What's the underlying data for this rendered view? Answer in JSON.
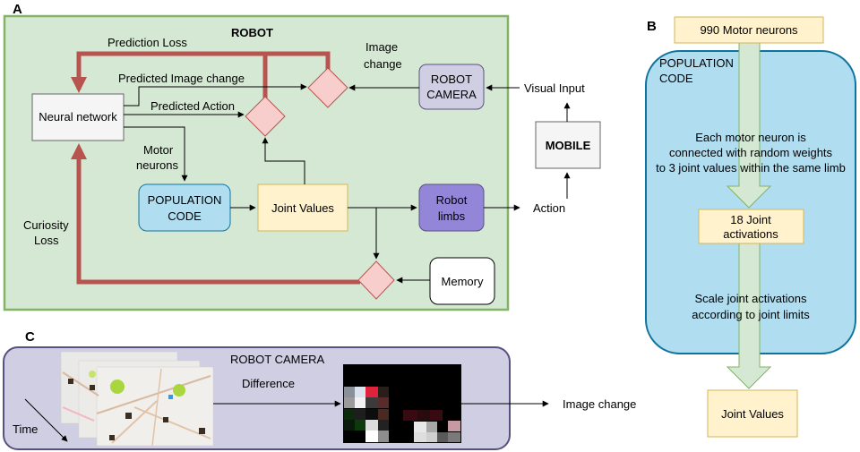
{
  "panels": {
    "a": "A",
    "b": "B",
    "c": "C"
  },
  "panel_a": {
    "title": "ROBOT",
    "prediction_loss": "Prediction Loss",
    "image_change_1": "Image",
    "image_change_2": "change",
    "predicted_image_change": "Predicted Image change",
    "predicted_action": "Predicted Action",
    "neural_network": "Neural network",
    "motor_neurons_1": "Motor",
    "motor_neurons_2": "neurons",
    "population_code_1": "POPULATION",
    "population_code_2": "CODE",
    "joint_values": "Joint Values",
    "robot_limbs_1": "Robot",
    "robot_limbs_2": "limbs",
    "robot_camera_1": "ROBOT",
    "robot_camera_2": "CAMERA",
    "curiosity_loss_1": "Curiosity",
    "curiosity_loss_2": "Loss",
    "memory": "Memory"
  },
  "outside_a": {
    "visual_input": "Visual Input",
    "mobile": "MOBILE",
    "action": "Action"
  },
  "panel_b": {
    "motor_neurons": "990 Motor neurons",
    "population_code_1": "POPULATION",
    "population_code_2": "CODE",
    "desc_1": "Each motor neuron is",
    "desc_2": "connected with random weights",
    "desc_3": "to 3 joint values within the same limb",
    "joint_activations_1": "18 Joint",
    "joint_activations_2": "activations",
    "scale_1": "Scale joint activations",
    "scale_2": "according to joint limits",
    "joint_values": "Joint Values"
  },
  "panel_c": {
    "robot_camera": "ROBOT CAMERA",
    "difference": "Difference",
    "time": "Time",
    "image_change": "Image change"
  },
  "colors": {
    "green_bg": "#d5e8d4",
    "green_border": "#82b366",
    "loss_red": "#b85450",
    "diamond_fill": "#f8cecc",
    "blue_fill": "#b1ddf0",
    "blue_border": "#10739e",
    "yellow_fill": "#fff2cc",
    "yellow_border": "#d6b656",
    "purple_fill": "#d0cee2",
    "purple_border": "#56517e",
    "limbs_fill": "#9386d8",
    "arrow_green_fill": "#d5e8d4"
  }
}
